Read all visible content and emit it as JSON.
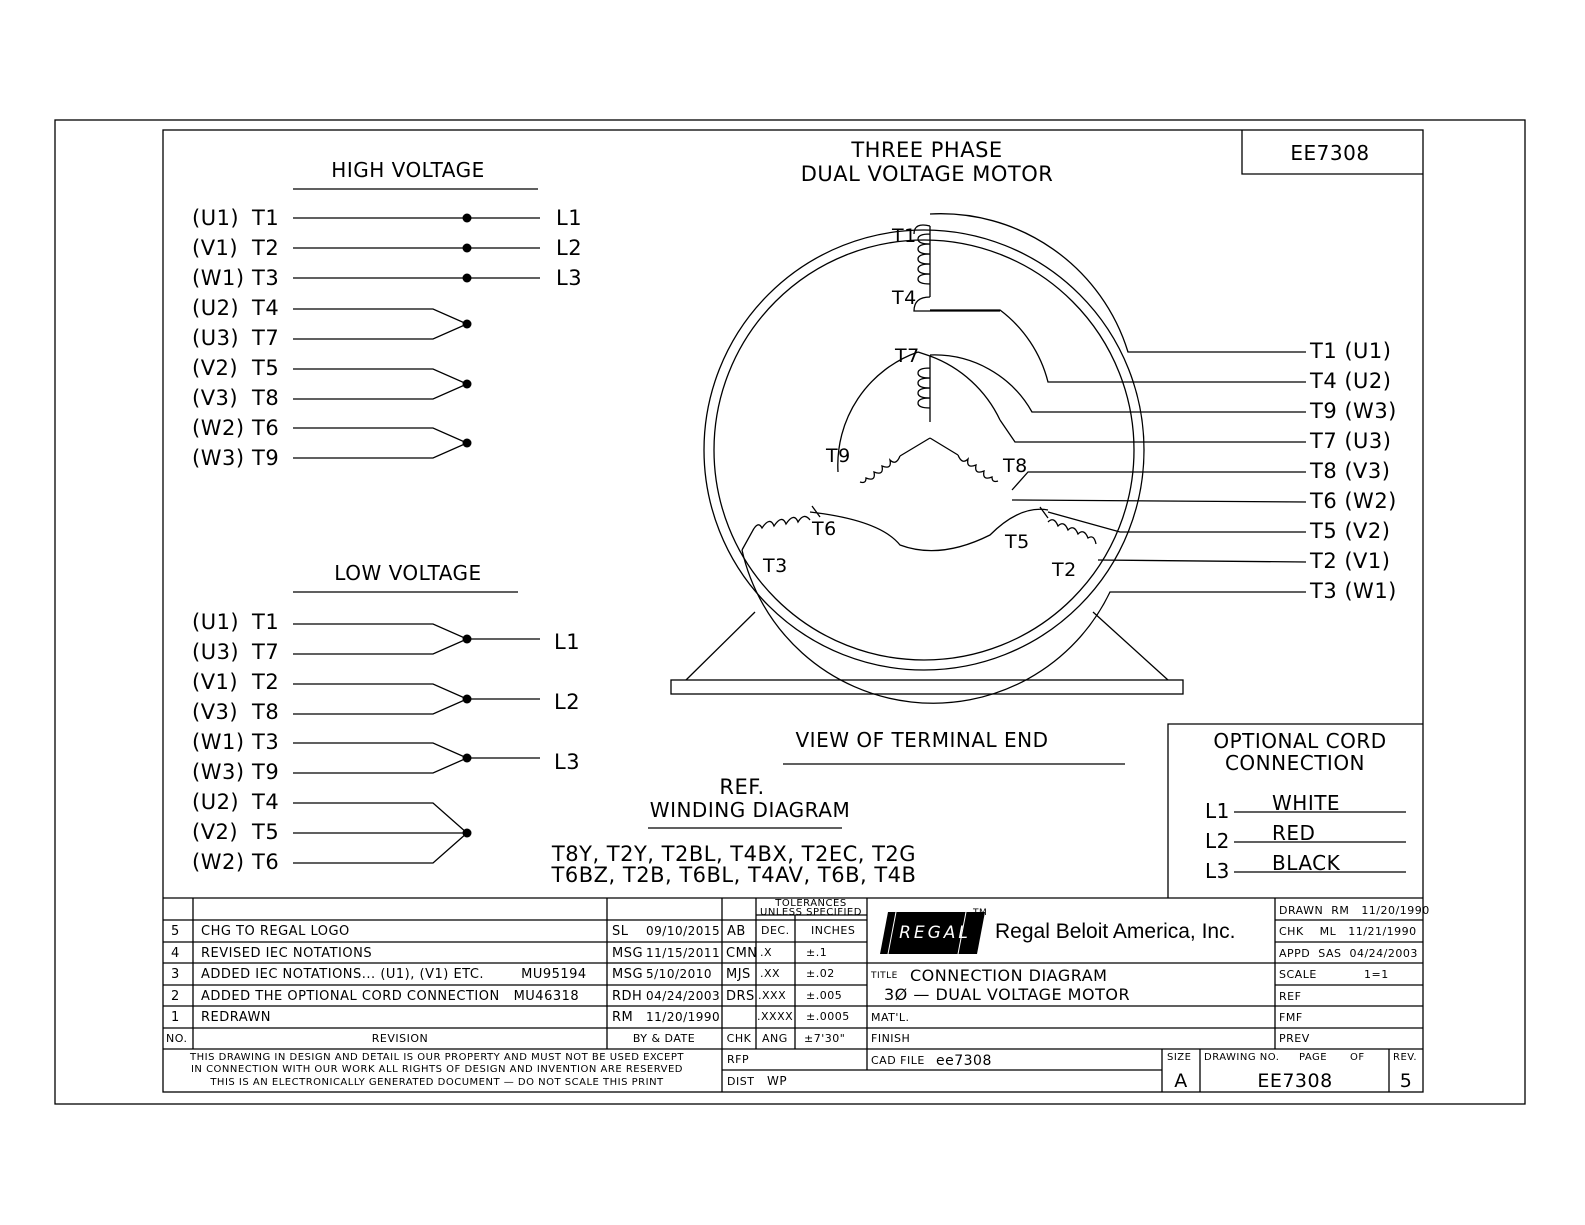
{
  "drawing_id": "EE7308",
  "title": [
    "THREE PHASE",
    "DUAL VOLTAGE MOTOR"
  ],
  "high_voltage": {
    "heading": "HIGH VOLTAGE",
    "rows": [
      {
        "iec": "(U1)",
        "t": "T1",
        "line": "L1"
      },
      {
        "iec": "(V1)",
        "t": "T2",
        "line": "L2"
      },
      {
        "iec": "(W1)",
        "t": "T3",
        "line": "L3"
      },
      {
        "iec": "(U2)",
        "t": "T4",
        "line": ""
      },
      {
        "iec": "(U3)",
        "t": "T7",
        "line": ""
      },
      {
        "iec": "(V2)",
        "t": "T5",
        "line": ""
      },
      {
        "iec": "(V3)",
        "t": "T8",
        "line": ""
      },
      {
        "iec": "(W2)",
        "t": "T6",
        "line": ""
      },
      {
        "iec": "(W3)",
        "t": "T9",
        "line": ""
      }
    ]
  },
  "low_voltage": {
    "heading": "LOW VOLTAGE",
    "rows": [
      {
        "iec": "(U1)",
        "t": "T1"
      },
      {
        "iec": "(U3)",
        "t": "T7"
      },
      {
        "iec": "(V1)",
        "t": "T2"
      },
      {
        "iec": "(V3)",
        "t": "T8"
      },
      {
        "iec": "(W1)",
        "t": "T3"
      },
      {
        "iec": "(W3)",
        "t": "T9"
      },
      {
        "iec": "(U2)",
        "t": "T4"
      },
      {
        "iec": "(V2)",
        "t": "T5"
      },
      {
        "iec": "(W2)",
        "t": "T6"
      }
    ],
    "lines": [
      "L1",
      "L2",
      "L3"
    ]
  },
  "motor": {
    "coil_labels": [
      "T1",
      "T4",
      "T7",
      "T9",
      "T8",
      "T6",
      "T3",
      "T5",
      "T2"
    ],
    "leads": [
      "T1 (U1)",
      "T4 (U2)",
      "T9 (W3)",
      "T7 (U3)",
      "T8 (V3)",
      "T6 (W2)",
      "T5 (V2)",
      "T2 (V1)",
      "T3 (W1)"
    ],
    "view_label": "VIEW OF TERMINAL END"
  },
  "reference": {
    "ref": "REF.",
    "heading": "WINDING DIAGRAM",
    "models": [
      "T8Y, T2Y, T2BL, T4BX, T2EC, T2G",
      "T6BZ, T2B, T6BL, T4AV, T6B, T4B"
    ]
  },
  "cord": {
    "heading": [
      "OPTIONAL CORD",
      "CONNECTION"
    ],
    "rows": [
      {
        "line": "L1",
        "color": "WHITE"
      },
      {
        "line": "L2",
        "color": "RED"
      },
      {
        "line": "L3",
        "color": "BLACK"
      }
    ]
  },
  "revisions": [
    {
      "no": "5",
      "desc": "CHG TO REGAL LOGO",
      "by": "SL",
      "date": "09/10/2015",
      "chk": "AB"
    },
    {
      "no": "4",
      "desc": "REVISED IEC NOTATIONS",
      "by": "MSG",
      "date": "11/15/2011",
      "chk": "CMN"
    },
    {
      "no": "3",
      "desc": "ADDED IEC NOTATIONS... (U1), (V1) ETC.        MU95194",
      "by": "MSG",
      "date": "5/10/2010",
      "chk": "MJS"
    },
    {
      "no": "2",
      "desc": "ADDED THE OPTIONAL CORD CONNECTION   MU46318",
      "by": "RDH",
      "date": "04/24/2003",
      "chk": "DRS"
    },
    {
      "no": "1",
      "desc": "REDRAWN",
      "by": "RM",
      "date": "11/20/1990",
      "chk": ""
    }
  ],
  "rev_header": {
    "no": "NO.",
    "revision": "REVISION",
    "by_date": "BY & DATE",
    "chk": "CHK"
  },
  "tolerances": {
    "heading": [
      "TOLERANCES",
      "UNLESS SPECIFIED"
    ],
    "col_a": "DEC.",
    "col_b": "INCHES",
    "rows": [
      [
        ".X",
        "±.1"
      ],
      [
        ".XX",
        "±.02"
      ],
      [
        ".XXX",
        "±.005"
      ],
      [
        ".XXXX",
        "±.0005"
      ],
      [
        "ANG",
        "±7'30\""
      ]
    ]
  },
  "footer": {
    "notice": [
      "THIS DRAWING IN DESIGN AND DETAIL IS OUR PROPERTY AND MUST NOT BE USED EXCEPT",
      "IN CONNECTION WITH OUR WORK ALL RIGHTS OF DESIGN AND INVENTION ARE RESERVED",
      "THIS IS AN ELECTRONICALLY GENERATED DOCUMENT — DO NOT SCALE THIS PRINT"
    ],
    "rfp": "RFP",
    "dist_label": "DIST",
    "dist": "WP"
  },
  "title_block": {
    "logo": "REGAL",
    "tm": "TM",
    "company": "Regal Beloit America, Inc.",
    "title_label": "TITLE",
    "title": [
      "CONNECTION DIAGRAM",
      "3Ø — DUAL VOLTAGE MOTOR"
    ],
    "matl": "MAT'L.",
    "finish": "FINISH",
    "cad_label": "CAD FILE",
    "cad": "ee7308",
    "size_label": "SIZE",
    "size": "A",
    "dwg_label": "DRAWING NO.",
    "page_label": "PAGE",
    "of_label": "OF",
    "dwg": "EE7308",
    "rev_label": "REV.",
    "rev": "5",
    "drawn": "DRAWN  RM   11/20/1990",
    "chk": "CHK    ML   11/21/1990",
    "appd": "APPD  SAS  04/24/2003",
    "scale_label": "SCALE",
    "scale": "1=1",
    "ref": "REF",
    "fmf": "FMF",
    "prev": "PREV"
  }
}
